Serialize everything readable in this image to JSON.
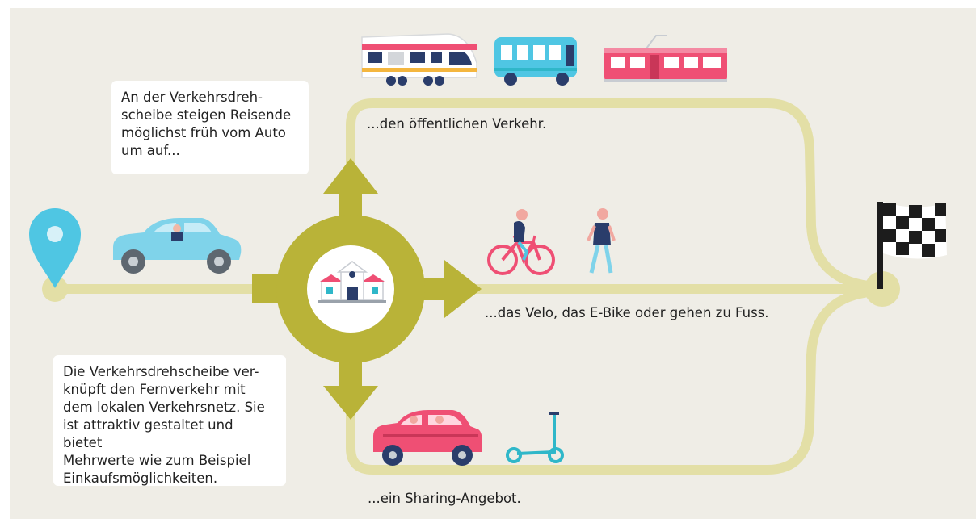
{
  "bubbles": {
    "top": "An der Verkehrsdreh-\nscheibe steigen Reisende\nmöglichst früh vom Auto\num auf...",
    "bottom": "Die Verkehrsdrehscheibe ver-\nknüpft den Fernverkehr mit\ndem lokalen Verkehrsnetz. Sie\nist attraktiv gestaltet und bietet\nMehrwerte wie zum Beispiel\nEinkaufsmöglichkeiten."
  },
  "routes": {
    "public": "...den öffentlichen Verkehr.",
    "velo": "...das Velo, das E-Bike oder gehen zu Fuss.",
    "sharing": "...ein Sharing-Angebot."
  },
  "icons": [
    "location-pin-icon",
    "car-icon",
    "station-icon",
    "train-icon",
    "bus-icon",
    "tram-icon",
    "bicycle-icon",
    "pedestrian-icon",
    "sharing-car-icon",
    "scooter-icon",
    "finish-flag-icon"
  ],
  "colors": {
    "background": "#efede6",
    "path": "#e3dfa6",
    "roundabout": "#b9b338",
    "pin": "#4fc6e3",
    "car": "#7fd3ea",
    "pink": "#ef4f74",
    "teal": "#2fb7c9"
  }
}
